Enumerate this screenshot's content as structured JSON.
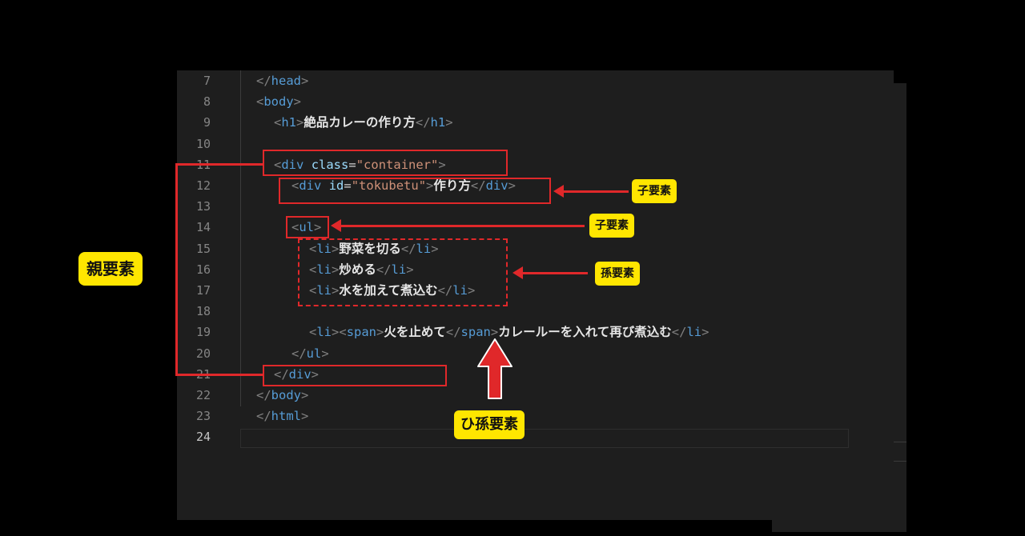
{
  "editor": {
    "lines": [
      {
        "n": "7",
        "indent": 1,
        "tokens": [
          [
            "b",
            "</"
          ],
          [
            "t",
            "head"
          ],
          [
            "b",
            ">"
          ]
        ]
      },
      {
        "n": "8",
        "indent": 1,
        "tokens": [
          [
            "b",
            "<"
          ],
          [
            "t",
            "body"
          ],
          [
            "b",
            ">"
          ]
        ]
      },
      {
        "n": "9",
        "indent": 2,
        "tokens": [
          [
            "b",
            "<"
          ],
          [
            "t",
            "h1"
          ],
          [
            "b",
            ">"
          ],
          [
            "x",
            "絶品カレーの作り方"
          ],
          [
            "b",
            "</"
          ],
          [
            "t",
            "h1"
          ],
          [
            "b",
            ">"
          ]
        ]
      },
      {
        "n": "10",
        "indent": 0,
        "tokens": []
      },
      {
        "n": "11",
        "indent": 2,
        "tokens": [
          [
            "b",
            "<"
          ],
          [
            "t",
            "div"
          ],
          [
            "e",
            " "
          ],
          [
            "a",
            "class"
          ],
          [
            "e",
            "="
          ],
          [
            "s",
            "\"container\""
          ],
          [
            "b",
            ">"
          ]
        ]
      },
      {
        "n": "12",
        "indent": 3,
        "tokens": [
          [
            "b",
            "<"
          ],
          [
            "t",
            "div"
          ],
          [
            "e",
            " "
          ],
          [
            "a",
            "id"
          ],
          [
            "e",
            "="
          ],
          [
            "s",
            "\"tokubetu\""
          ],
          [
            "b",
            ">"
          ],
          [
            "x",
            "作り方"
          ],
          [
            "b",
            "</"
          ],
          [
            "t",
            "div"
          ],
          [
            "b",
            ">"
          ]
        ]
      },
      {
        "n": "13",
        "indent": 0,
        "tokens": []
      },
      {
        "n": "14",
        "indent": 3,
        "tokens": [
          [
            "b",
            "<"
          ],
          [
            "t",
            "ul"
          ],
          [
            "b",
            ">"
          ]
        ]
      },
      {
        "n": "15",
        "indent": 4,
        "tokens": [
          [
            "b",
            "<"
          ],
          [
            "t",
            "li"
          ],
          [
            "b",
            ">"
          ],
          [
            "x",
            "野菜を切る"
          ],
          [
            "b",
            "</"
          ],
          [
            "t",
            "li"
          ],
          [
            "b",
            ">"
          ]
        ]
      },
      {
        "n": "16",
        "indent": 4,
        "tokens": [
          [
            "b",
            "<"
          ],
          [
            "t",
            "li"
          ],
          [
            "b",
            ">"
          ],
          [
            "x",
            "炒める"
          ],
          [
            "b",
            "</"
          ],
          [
            "t",
            "li"
          ],
          [
            "b",
            ">"
          ]
        ]
      },
      {
        "n": "17",
        "indent": 4,
        "tokens": [
          [
            "b",
            "<"
          ],
          [
            "t",
            "li"
          ],
          [
            "b",
            ">"
          ],
          [
            "x",
            "水を加えて煮込む"
          ],
          [
            "b",
            "</"
          ],
          [
            "t",
            "li"
          ],
          [
            "b",
            ">"
          ]
        ]
      },
      {
        "n": "18",
        "indent": 0,
        "tokens": []
      },
      {
        "n": "19",
        "indent": 4,
        "tokens": [
          [
            "b",
            "<"
          ],
          [
            "t",
            "li"
          ],
          [
            "b",
            "><"
          ],
          [
            "t",
            "span"
          ],
          [
            "b",
            ">"
          ],
          [
            "x",
            "火を止めて"
          ],
          [
            "b",
            "</"
          ],
          [
            "t",
            "span"
          ],
          [
            "b",
            ">"
          ],
          [
            "x",
            "カレールーを入れて再び煮込む"
          ],
          [
            "b",
            "</"
          ],
          [
            "t",
            "li"
          ],
          [
            "b",
            ">"
          ]
        ]
      },
      {
        "n": "20",
        "indent": 3,
        "tokens": [
          [
            "b",
            "</"
          ],
          [
            "t",
            "ul"
          ],
          [
            "b",
            ">"
          ]
        ]
      },
      {
        "n": "21",
        "indent": 2,
        "tokens": [
          [
            "b",
            "</"
          ],
          [
            "t",
            "div"
          ],
          [
            "b",
            ">"
          ]
        ]
      },
      {
        "n": "22",
        "indent": 1,
        "tokens": [
          [
            "b",
            "</"
          ],
          [
            "t",
            "body"
          ],
          [
            "b",
            ">"
          ]
        ]
      },
      {
        "n": "23",
        "indent": 0,
        "tokens": [
          [
            "b",
            "</"
          ],
          [
            "t",
            "html"
          ],
          [
            "b",
            ">"
          ]
        ]
      },
      {
        "n": "24",
        "indent": 0,
        "tokens": [],
        "active": true
      }
    ]
  },
  "annotations": {
    "parent_label": "親要素",
    "child_label_1": "子要素",
    "child_label_2": "子要素",
    "grandchild_label": "孫要素",
    "great_grandchild_label": "ひ孫要素"
  },
  "colors": {
    "annotation_red": "#e0282a",
    "label_yellow": "#ffe600",
    "editor_bg": "#1e1e1e",
    "tag_blue": "#569cd6",
    "attr_lightblue": "#9cdcfe",
    "string_orange": "#ce9178"
  }
}
